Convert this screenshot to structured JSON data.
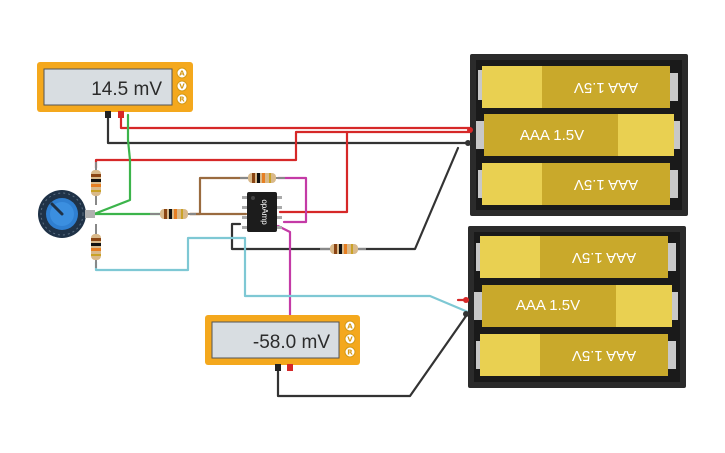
{
  "multimeter_top": {
    "reading": "14.5 mV",
    "buttons": [
      "A",
      "V",
      "R"
    ]
  },
  "multimeter_bottom": {
    "reading": "-58.0 mV",
    "buttons": [
      "A",
      "V",
      "R"
    ]
  },
  "opamp": {
    "label": "opAmp"
  },
  "battery_pack_top": {
    "cells": [
      "AAA 1.5V",
      "AAA 1.5V",
      "AAA 1.5V"
    ]
  },
  "battery_pack_bottom": {
    "cells": [
      "AAA 1.5V",
      "AAA 1.5V",
      "AAA 1.5V"
    ]
  },
  "colors": {
    "wire_red": "#d62828",
    "wire_black": "#333333",
    "wire_green": "#3cb44b",
    "wire_cyan": "#7ec8d4",
    "wire_brown": "#9a6b3f",
    "wire_magenta": "#c43aa6",
    "multimeter_body": "#f4a81d",
    "battery_cell": "#c9a92b",
    "battery_holder": "#2b2b2b"
  }
}
